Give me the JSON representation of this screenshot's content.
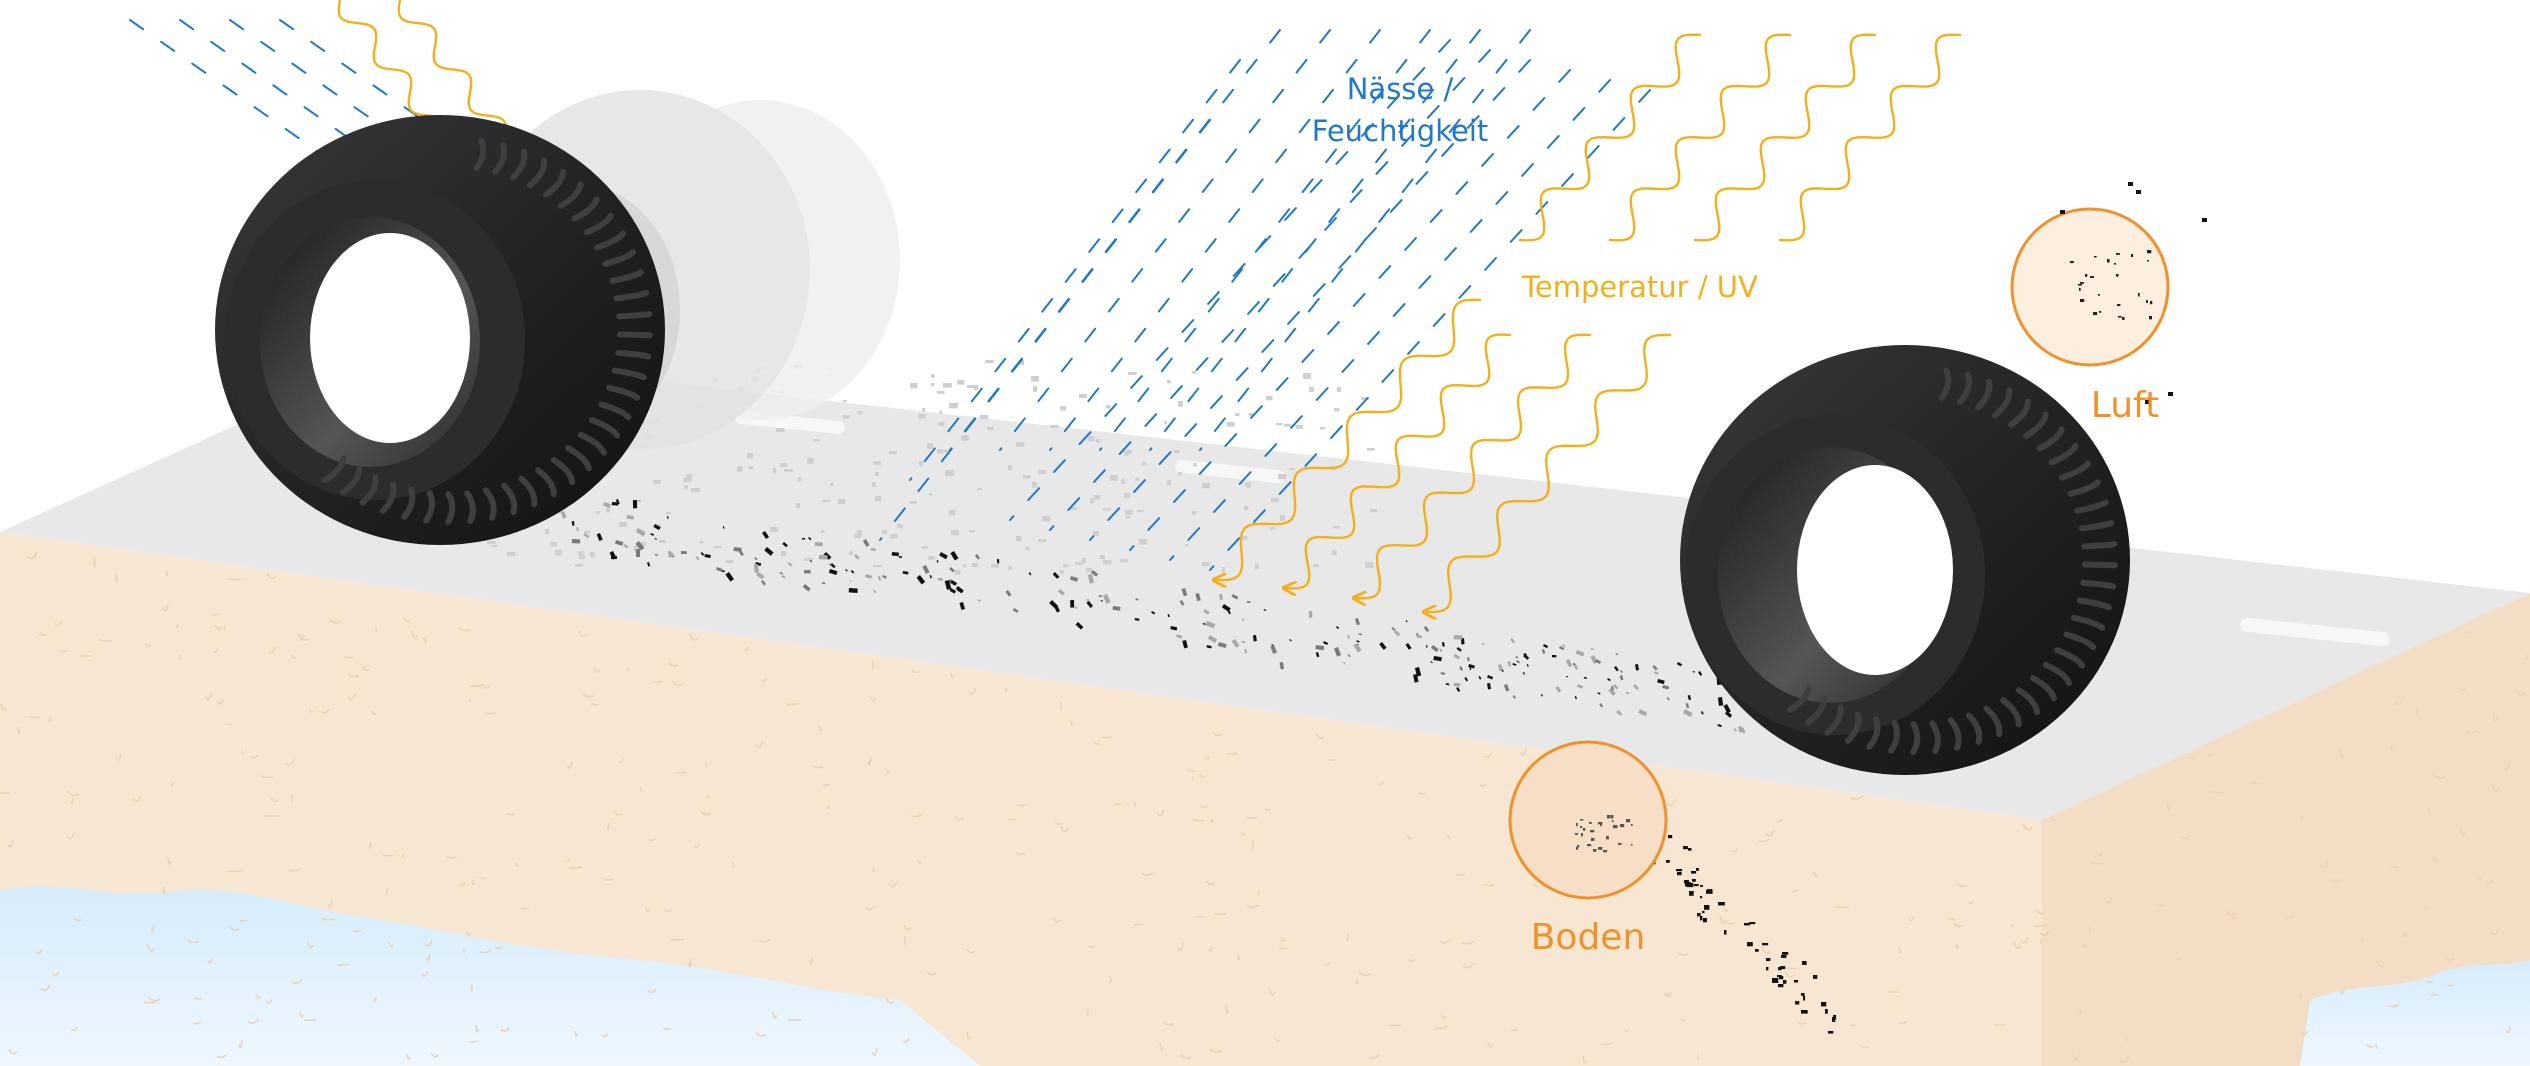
{
  "labels": {
    "moisture_line1": "Nässe /",
    "moisture_line2": "Feuchtigkeit",
    "temperature": "Temperatur / UV",
    "air": "Luft",
    "soil": "Boden"
  },
  "colors": {
    "moisture": "#1f78c8",
    "temperature": "#f2b01e",
    "compartment": "#f0922b",
    "soil_block": "#f6e6d2",
    "road": "#e8e8e8",
    "water": "#dcefff",
    "tire": "#262626",
    "tire_ghost": "#dcdcdc"
  },
  "icons": {
    "tire": "tire-icon",
    "particle_circle": "circle-magnifier-icon",
    "moisture_lines": "rain-dashes-icon",
    "heat_waves": "wavy-heat-icon"
  }
}
